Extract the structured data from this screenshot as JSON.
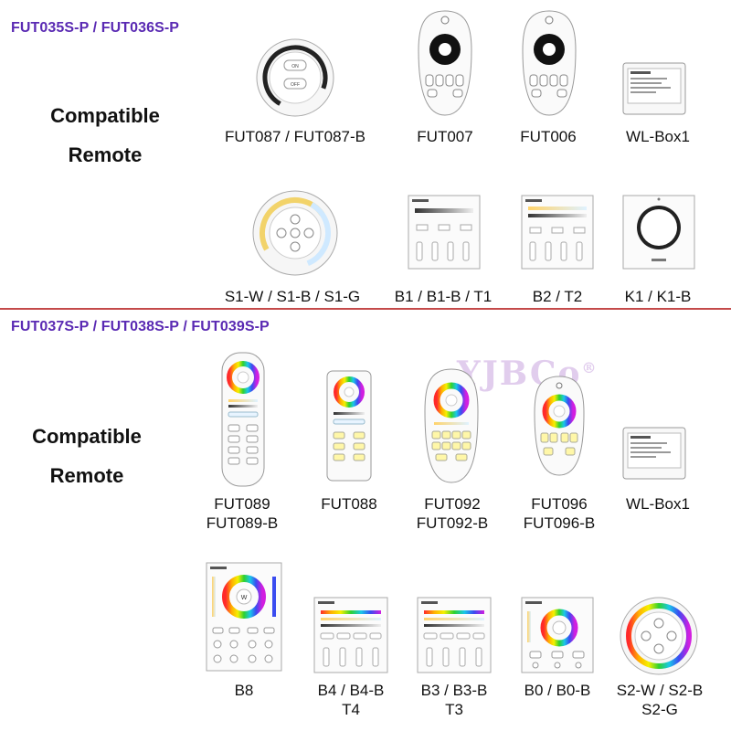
{
  "section1": {
    "title": "FUT035S-P / FUT036S-P",
    "compatible_line1": "Compatible",
    "compatible_line2": "Remote",
    "devices": [
      {
        "label": "FUT087 / FUT087-B"
      },
      {
        "label": "FUT007"
      },
      {
        "label": "FUT006"
      },
      {
        "label": "WL-Box1"
      },
      {
        "label": "S1-W / S1-B / S1-G"
      },
      {
        "label": "B1 / B1-B / T1"
      },
      {
        "label": "B2 / T2"
      },
      {
        "label": "K1 / K1-B"
      }
    ]
  },
  "section2": {
    "title": "FUT037S-P / FUT038S-P / FUT039S-P",
    "compatible_line1": "Compatible",
    "compatible_line2": "Remote",
    "devices": [
      {
        "label": "FUT089",
        "label2": "FUT089-B"
      },
      {
        "label": "FUT088"
      },
      {
        "label": "FUT092",
        "label2": "FUT092-B"
      },
      {
        "label": "FUT096",
        "label2": "FUT096-B"
      },
      {
        "label": "WL-Box1"
      },
      {
        "label": "B8"
      },
      {
        "label": "B4 / B4-B",
        "label2": "T4"
      },
      {
        "label": "B3 / B3-B",
        "label2": "T3"
      },
      {
        "label": "B0 / B0-B"
      },
      {
        "label": "S2-W / S2-B",
        "label2": "S2-G"
      }
    ]
  },
  "watermark": "YJBCo",
  "colors": {
    "title": "#5a2ab3",
    "divider": "#c44a4a"
  }
}
